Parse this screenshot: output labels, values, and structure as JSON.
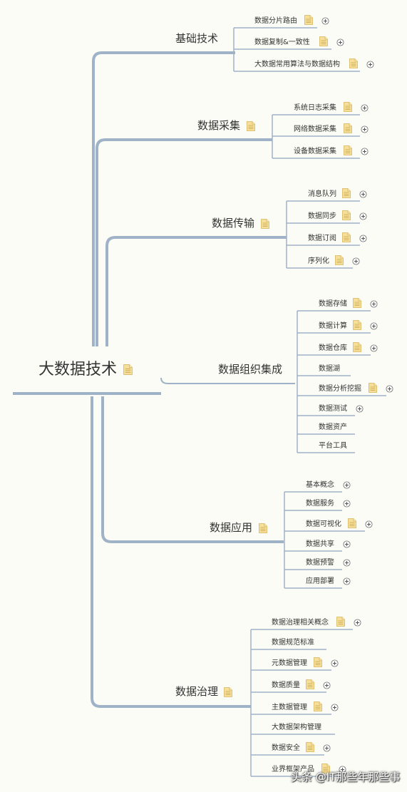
{
  "root": {
    "label": "大数据技术",
    "has_note": true
  },
  "branches": [
    {
      "label": "基础技术",
      "has_note": false,
      "children": [
        {
          "label": "数据分片路由",
          "note": true,
          "plus": true
        },
        {
          "label": "数据复制&一致性",
          "note": true,
          "plus": true
        },
        {
          "label": "大数据常用算法与数据结构",
          "note": true,
          "plus": true
        }
      ]
    },
    {
      "label": "数据采集",
      "has_note": true,
      "children": [
        {
          "label": "系统日志采集",
          "note": true,
          "plus": true
        },
        {
          "label": "网络数据采集",
          "note": true,
          "plus": true
        },
        {
          "label": "设备数据采集",
          "note": true,
          "plus": true
        }
      ]
    },
    {
      "label": "数据传输",
      "has_note": true,
      "children": [
        {
          "label": "消息队列",
          "note": true,
          "plus": true
        },
        {
          "label": "数据同步",
          "note": true,
          "plus": true
        },
        {
          "label": "数据订阅",
          "note": true,
          "plus": true
        },
        {
          "label": "序列化",
          "note": true,
          "plus": true
        }
      ]
    },
    {
      "label": "数据组织集成",
      "has_note": false,
      "children": [
        {
          "label": "数据存储",
          "note": true,
          "plus": true
        },
        {
          "label": "数据计算",
          "note": true,
          "plus": true
        },
        {
          "label": "数据仓库",
          "note": true,
          "plus": true
        },
        {
          "label": "数据湖",
          "note": false,
          "plus": false
        },
        {
          "label": "数据分析挖掘",
          "note": true,
          "plus": true
        },
        {
          "label": "数据测试",
          "note": false,
          "plus": true
        },
        {
          "label": "数据资产",
          "note": false,
          "plus": false
        },
        {
          "label": "平台工具",
          "note": false,
          "plus": false
        }
      ]
    },
    {
      "label": "数据应用",
      "has_note": true,
      "children": [
        {
          "label": "基本概念",
          "note": false,
          "plus": true
        },
        {
          "label": "数据服务",
          "note": false,
          "plus": true
        },
        {
          "label": "数据可视化",
          "note": true,
          "plus": true
        },
        {
          "label": "数据共享",
          "note": false,
          "plus": true
        },
        {
          "label": "数据预警",
          "note": false,
          "plus": true
        },
        {
          "label": "应用部署",
          "note": false,
          "plus": true
        }
      ]
    },
    {
      "label": "数据治理",
      "has_note": true,
      "children": [
        {
          "label": "数据治理相关概念",
          "note": true,
          "plus": true
        },
        {
          "label": "数据规范标准",
          "note": false,
          "plus": false
        },
        {
          "label": "元数据管理",
          "note": true,
          "plus": true
        },
        {
          "label": "数据质量",
          "note": true,
          "plus": true
        },
        {
          "label": "主数据管理",
          "note": true,
          "plus": true
        },
        {
          "label": "大数据架构管理",
          "note": false,
          "plus": false
        },
        {
          "label": "数据安全",
          "note": true,
          "plus": true
        },
        {
          "label": "业界框架产品",
          "note": true,
          "plus": true
        }
      ]
    }
  ],
  "watermark": "头条 @IT那些年那些事",
  "colors": {
    "line": "#9fb2c8",
    "note_fill": "#f6df9a",
    "note_border": "#d6b45a",
    "background": "#fcfcf6"
  }
}
